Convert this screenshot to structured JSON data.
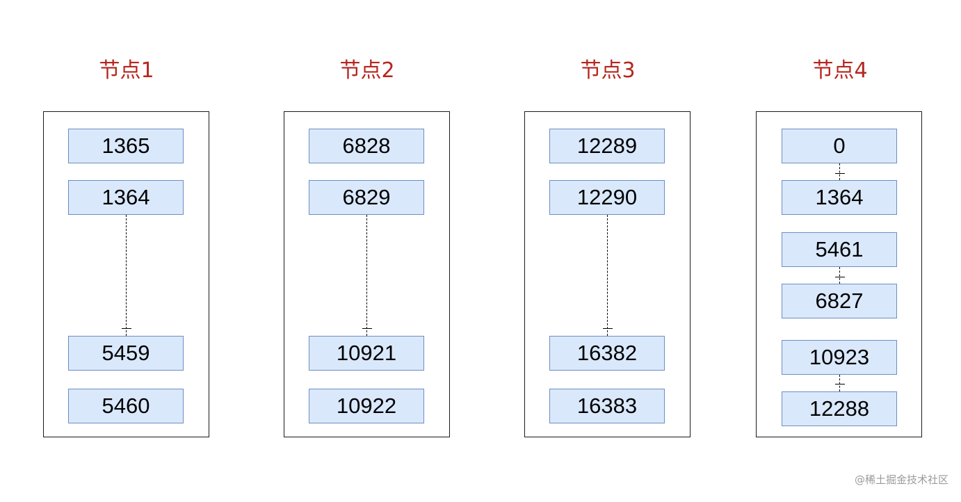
{
  "nodes": [
    {
      "title": "节点1",
      "slots": [
        "1365",
        "1364",
        "5459",
        "5460"
      ]
    },
    {
      "title": "节点2",
      "slots": [
        "6828",
        "6829",
        "10921",
        "10922"
      ]
    },
    {
      "title": "节点3",
      "slots": [
        "12289",
        "12290",
        "16382",
        "16383"
      ]
    },
    {
      "title": "节点4",
      "slots": [
        "0",
        "1364",
        "5461",
        "6827",
        "10923",
        "12288"
      ]
    }
  ],
  "colors": {
    "title": "#b5261e",
    "slot_fill": "#dae8fc",
    "slot_border": "#6c8ebf",
    "box_border": "#1a1a1a"
  },
  "watermark": "@稀土掘金技术社区"
}
